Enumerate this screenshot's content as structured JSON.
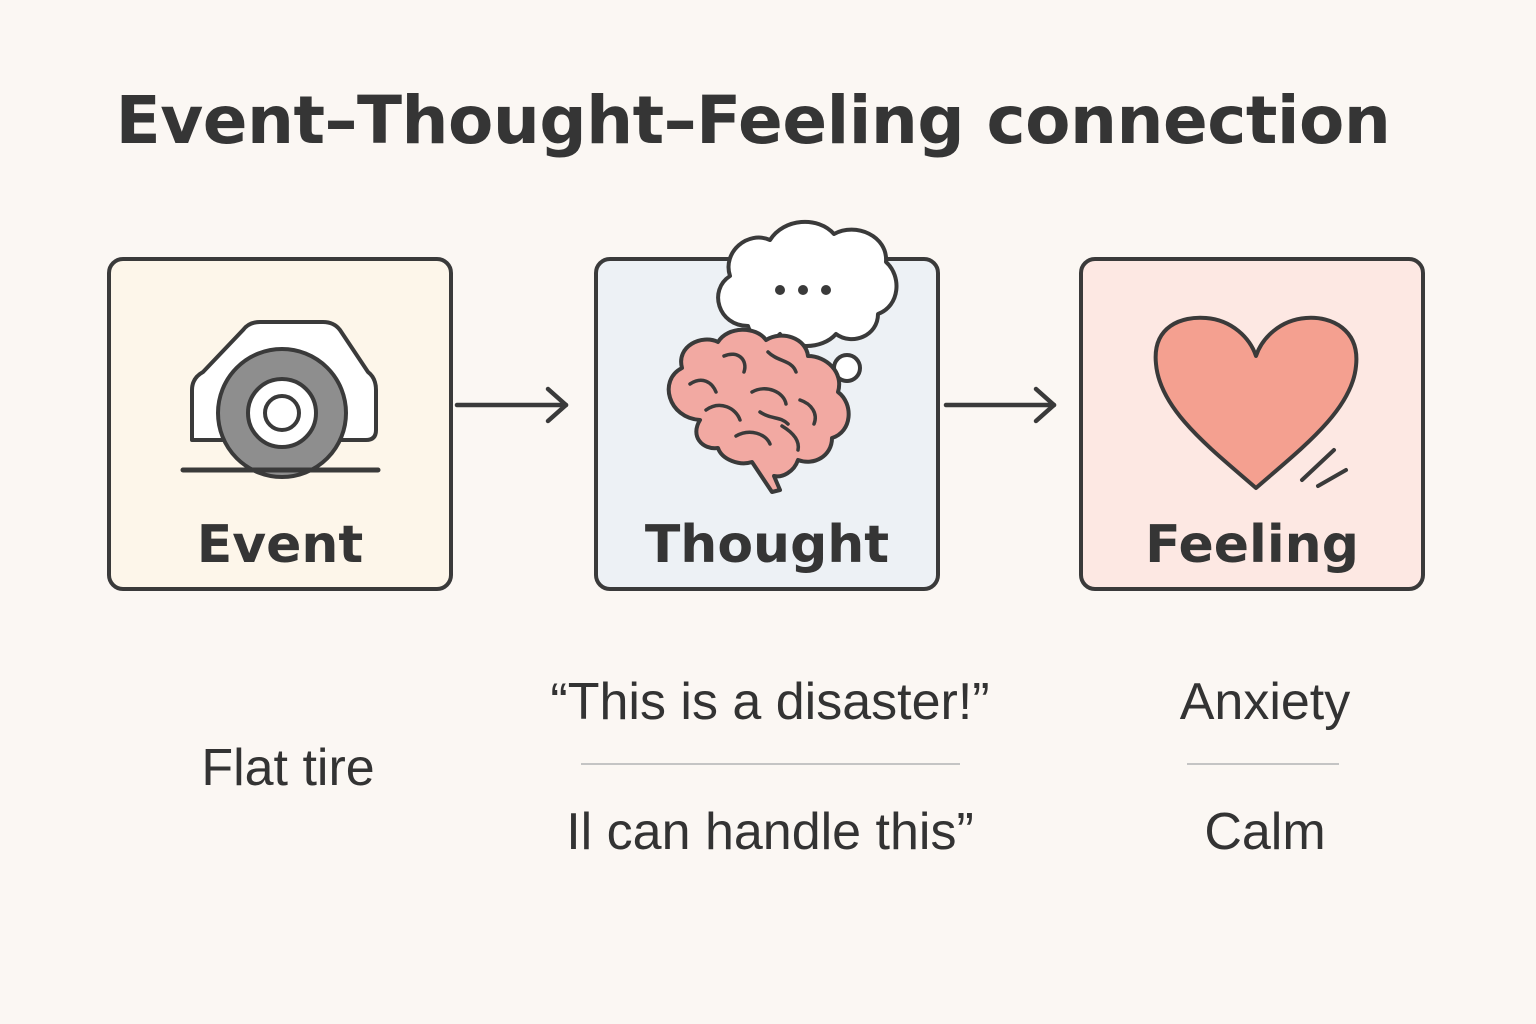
{
  "title": "Event–Thought–Feeling connection",
  "steps": [
    {
      "label": "Event",
      "icon": "car-flat-tire-icon"
    },
    {
      "label": "Thought",
      "icon": "brain-thought-bubble-icon"
    },
    {
      "label": "Feeling",
      "icon": "heart-icon"
    }
  ],
  "examples": {
    "event": "Flat tire",
    "thoughts": [
      "“This is a disaster!”",
      "Il can handle this”"
    ],
    "feelings": [
      "Anxiety",
      "Calm"
    ]
  },
  "colors": {
    "background": "#fbf7f3",
    "event_box": "#fdf6ea",
    "thought_box": "#edf1f5",
    "feeling_box": "#fde8e3",
    "heart": "#f4a090",
    "brain": "#f2a9a2",
    "outline": "#3a3a3a"
  }
}
